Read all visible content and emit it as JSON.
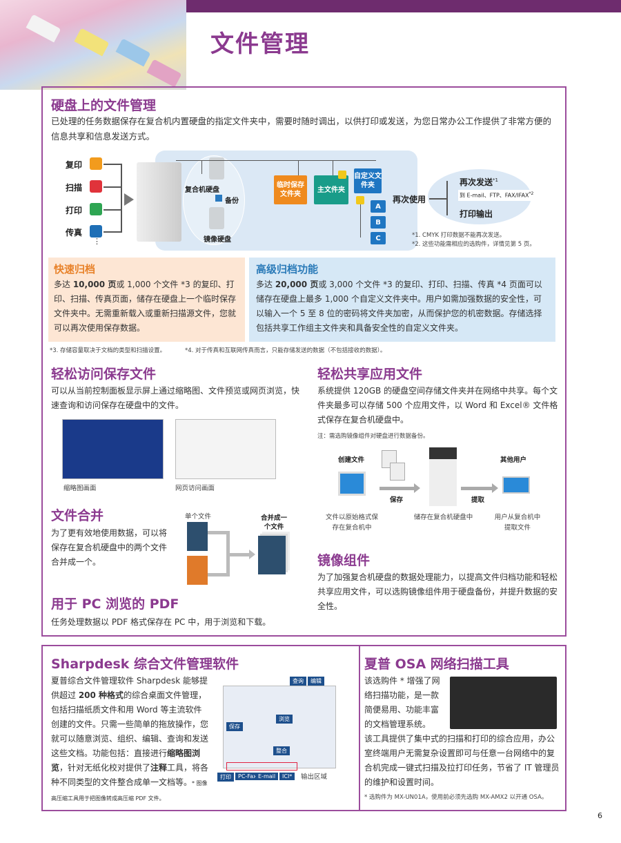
{
  "page": {
    "title": "文件管理",
    "page_number": "6"
  },
  "hdd": {
    "heading": "硬盘上的文件管理",
    "intro": "已处理的任务数据保存在复合机内置硬盘的指定文件夹中，需要时随时调出，以供打印或发送，为您日常办公工作提供了非常方便的信息共享和信息发送方式。",
    "inputs": [
      "复印",
      "扫描",
      "打印",
      "传真"
    ],
    "more": "⋮",
    "disk_main": "复合机硬盘",
    "backup": "备份",
    "disk_mirror": "镜像硬盘",
    "folders": {
      "temp": "临时保存文件夹",
      "main": "主文件夹",
      "custom": "自定义文件夹",
      "sub": [
        "A",
        "B",
        "C"
      ]
    },
    "reuse": "再次使用",
    "outputs": {
      "resend": "再次发送",
      "resend_sup": "*1",
      "resend_detail": "到 E-mail、FTP、FAX/IFAX",
      "resend_detail_sup": "*2",
      "print": "打印输出"
    },
    "notes": [
      "*1. CMYK 打印数据不能再次发送。",
      "*2. 这些功能需相应的选购件，详情见第 5 页。"
    ]
  },
  "quick": {
    "heading": "快速归档",
    "pre": "多达 ",
    "bold": "10,000 页",
    "post": "或 1,000 个文件 *3 的复印、打印、扫描、传真页面，储存在硬盘上一个临时保存文件夹中。无需重新载入或重新扫描源文件，您就可以再次使用保存数据。"
  },
  "advanced": {
    "heading": "高级归档功能",
    "pre": "多达 ",
    "bold": "20,000 页",
    "post": "或 3,000 个文件 *3 的复印、打印、扫描、传真 *4 页面可以储存在硬盘上最多 1,000 个自定义文件夹中。用户如需加强数据的安全性，可以输入一个 5 至 8 位的密码将文件夹加密，从而保护您的机密数据。存储选择包括共享工作组主文件夹和具备安全性的自定义文件夹。"
  },
  "footnotes": [
    "*3. 存储容量取决于文档的类型和扫描设置。",
    "*4. 对于传真和互联网传真而言，只能存储发送的数据（不包括接收的数据）。"
  ],
  "access": {
    "heading": "轻松访问保存文件",
    "text": "可以从当前控制面板显示屏上通过缩略图、文件预览或网页浏览，快速查询和访问保存在硬盘中的文件。",
    "cap1": "缩略图画面",
    "cap2": "网页访问画面"
  },
  "merge": {
    "heading": "文件合并",
    "text": "为了更有效地使用数据，可以将保存在复合机硬盘中的两个文件合并成一个。",
    "single": "单个文件",
    "merged": "合并成一个文件"
  },
  "pdf": {
    "heading": "用于 PC 浏览的 PDF",
    "text": "任务处理数据以 PDF 格式保存在 PC 中，用于浏览和下载。"
  },
  "share": {
    "heading": "轻松共享应用文件",
    "text": "系统提供 120GB 的硬盘空间存储文件夹并在网络中共享。每个文件夹最多可以存储 500 个应用文件，以 Word 和 Excel® 文件格式保存在复合机硬盘中。",
    "note": "注：需选购镜像组件对硬盘进行数据备份。",
    "create": "创建文件",
    "others": "其他用户",
    "save": "保存",
    "fetch": "提取",
    "cap1": "文件以原始格式保存在复合机中",
    "cap2": "储存在复合机硬盘中",
    "cap3": "用户从复合机中提取文件"
  },
  "mirror": {
    "heading": "镜像组件",
    "text": "为了加强复合机硬盘的数据处理能力，以提高文件归档功能和轻松共享应用文件，可以选购镜像组件用于硬盘备份，并提升数据的安全性。"
  },
  "sharpdesk": {
    "heading": "Sharpdesk 综合文件管理软件",
    "t1": "夏普综合文件管理软件 Sharpdesk 能够提供超过 ",
    "b1": "200 种格式",
    "t2": "的综合桌面文件管理，包括扫描纸质文件和用 Word 等主流软件创建的文件。只需一些简单的拖放操作，您就可以随意浏览、组织、编辑、查询和发送这些文档。功能包括：直接进行",
    "b2": "缩略图浏览",
    "t3": "，针对无纸化校对提供了",
    "b3": "注释",
    "t4": "工具，将各种不同类型的文件整合成单一文档等。",
    "note": "* 图像高压缩工具用于把图像转成高压缩 PDF 文件。",
    "tags": {
      "search": "查询",
      "edit": "编辑",
      "save": "保存",
      "browse": "浏览",
      "combine": "整合",
      "print": "打印",
      "pcfax": "PC-Fax",
      "email": "E-mail",
      "ici": "ICI*",
      "output": "输出区域"
    }
  },
  "osa": {
    "heading": "夏普 OSA 网络扫描工具",
    "t1": "该选购件 * 增强了网络扫描功能，是一款简便易用、功能丰富的文档管理系统。",
    "t2": "该工具提供了集中式的扫描和打印的综合应用，办公室终端用户无需复杂设置即可与任意一台网络中的复合机完成一键式扫描及拉打印任务，节省了 IT 管理员的维护和设置时间。",
    "note": "* 选购件为 MX-UN01A，使用前必须先选购 MX-AMX2 以开通 OSA。"
  }
}
